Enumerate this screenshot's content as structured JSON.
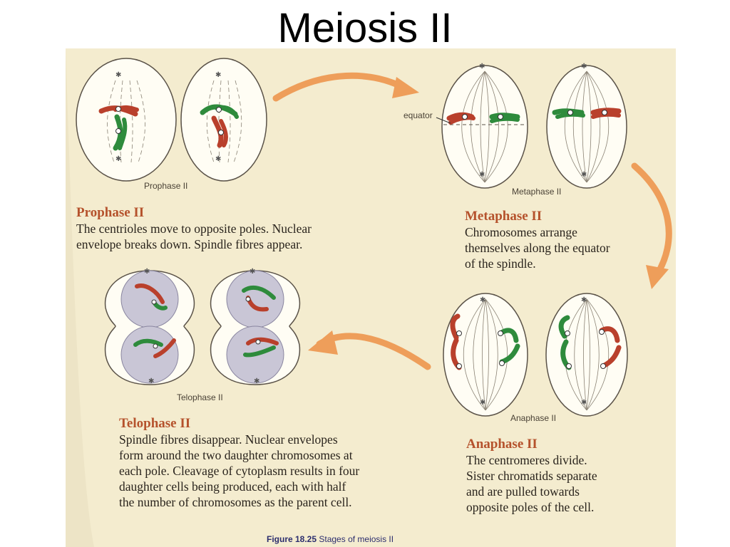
{
  "title": "Meiosis II",
  "colors": {
    "page": "#f4eccf",
    "arrow": "#ee9e5a",
    "heading": "#b5522c",
    "red_chromosome": "#b9402c",
    "green_chromosome": "#2e8b3c",
    "nucleus": "#c9c6d6"
  },
  "stages": {
    "prophase": {
      "caption": "Prophase II",
      "heading": "Prophase II",
      "lines": [
        "The centrioles move to opposite poles. Nuclear",
        "envelope breaks down. Spindle fibres appear."
      ]
    },
    "metaphase": {
      "caption": "Metaphase II",
      "heading": "Metaphase II",
      "equator_label": "equator",
      "lines": [
        "Chromosomes arrange",
        "themselves along the equator",
        "of the spindle."
      ]
    },
    "anaphase": {
      "caption": "Anaphase II",
      "heading": "Anaphase II",
      "lines": [
        "The centromeres divide.",
        "Sister chromatids separate",
        "and are pulled towards",
        "opposite poles of the cell."
      ]
    },
    "telophase": {
      "caption": "Telophase II",
      "heading": "Telophase II",
      "lines": [
        "Spindle fibres disappear. Nuclear envelopes",
        "form around the two daughter chromosomes at",
        "each pole. Cleavage of cytoplasm results in four",
        "daughter cells being produced, each with half",
        "the number of chromosomes as the parent cell."
      ]
    }
  },
  "figure": {
    "number": "Figure 18.25",
    "caption": "Stages of meiosis II"
  }
}
